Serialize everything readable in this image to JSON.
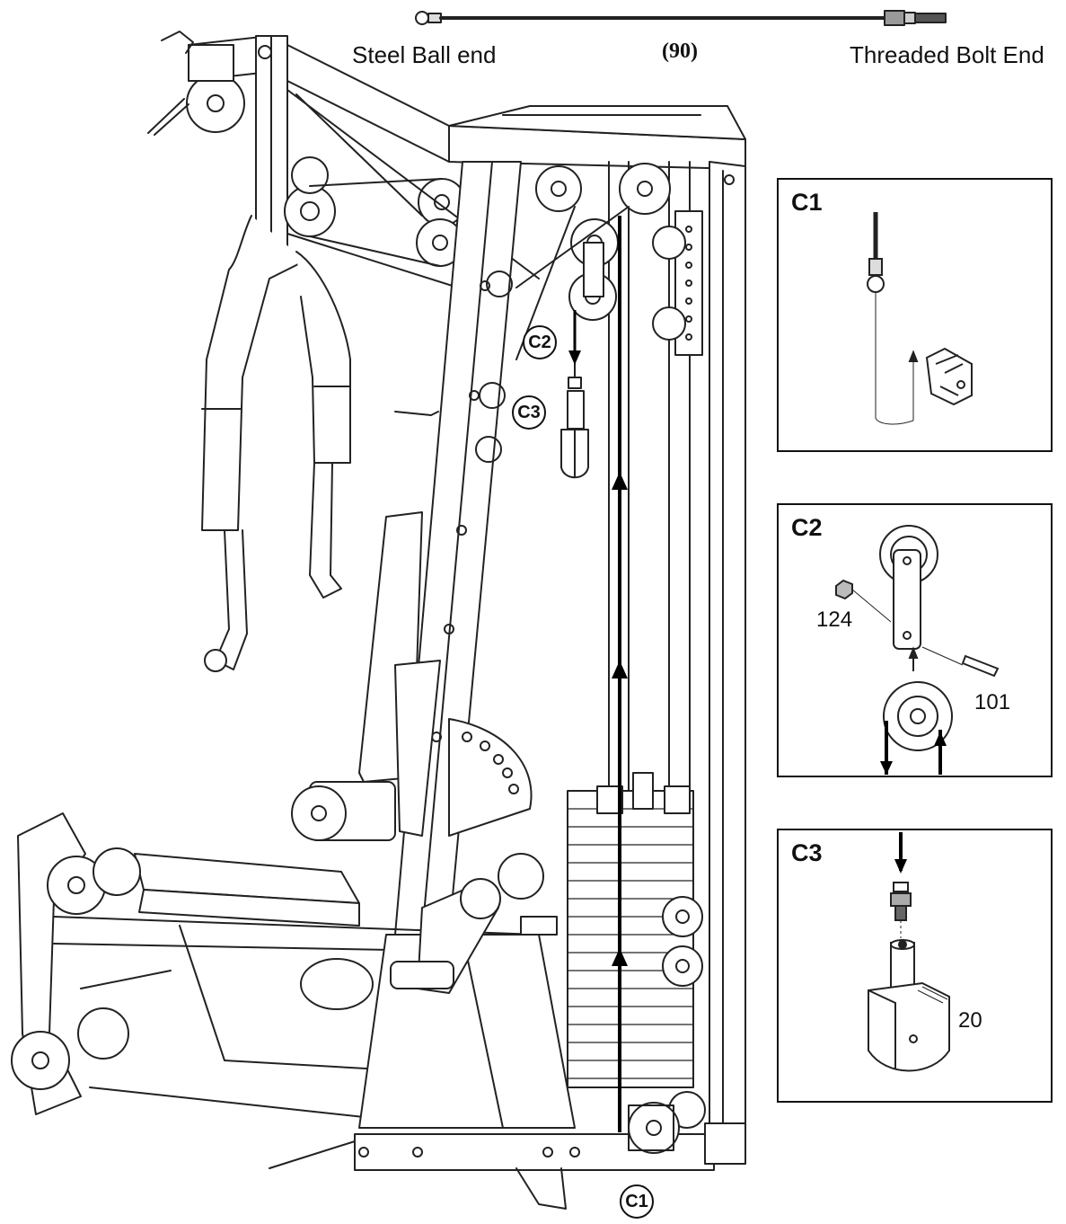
{
  "cable": {
    "left_end_label": "Steel Ball end",
    "part_number": "(90)",
    "right_end_label": "Threaded Bolt End"
  },
  "callouts": {
    "c1": "C1",
    "c2": "C2",
    "c3": "C3"
  },
  "insets": {
    "c1": {
      "title": "C1"
    },
    "c2": {
      "title": "C2",
      "part_nut": "124",
      "part_bolt": "101"
    },
    "c3": {
      "title": "C3",
      "part_weight": "20"
    }
  }
}
